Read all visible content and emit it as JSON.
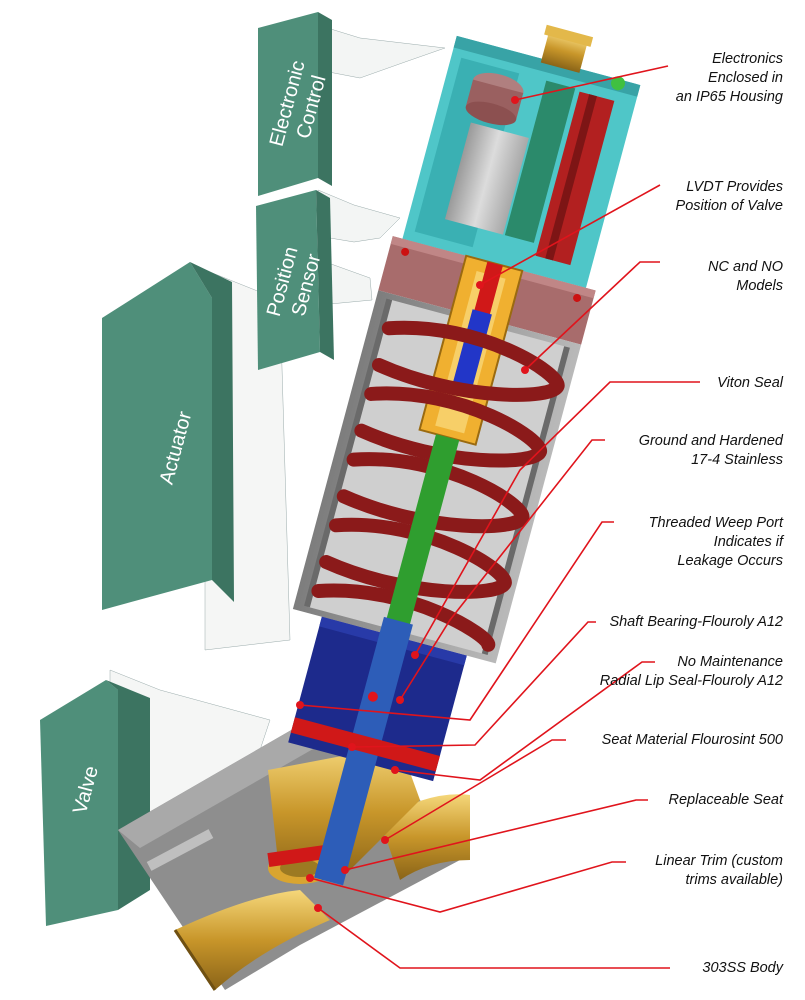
{
  "sections": [
    {
      "id": "electronic-control",
      "lines": [
        "Electronic",
        "Control"
      ]
    },
    {
      "id": "position-sensor",
      "lines": [
        "Position",
        "Sensor"
      ]
    },
    {
      "id": "actuator",
      "lines": [
        "Actuator"
      ]
    },
    {
      "id": "valve",
      "lines": [
        "Valve"
      ]
    }
  ],
  "callouts": [
    {
      "id": "electronics",
      "text": "Electronics\nEnclosed in\nan IP65 Housing"
    },
    {
      "id": "lvdt",
      "text": "LVDT Provides\nPosition of Valve"
    },
    {
      "id": "nc-no",
      "text": "NC and NO\nModels"
    },
    {
      "id": "viton",
      "text": "Viton Seal"
    },
    {
      "id": "ground",
      "text": "Ground and Hardened\n17-4 Stainless"
    },
    {
      "id": "weep",
      "text": "Threaded Weep Port\nIndicates if\nLeakage Occurs"
    },
    {
      "id": "bearing",
      "text": "Shaft Bearing-Flouroly A12"
    },
    {
      "id": "lipseal",
      "text": "No Maintenance\nRadial Lip Seal-Flouroly A12"
    },
    {
      "id": "seat-material",
      "text": "Seat Material Flourosint 500"
    },
    {
      "id": "replaceable-seat",
      "text": "Replaceable Seat"
    },
    {
      "id": "linear-trim",
      "text": "Linear Trim (custom\ntrims available)"
    },
    {
      "id": "body",
      "text": "303SS Body"
    }
  ],
  "colors": {
    "panel": "#4f8f7a",
    "panel_dark": "#3c7461",
    "leader": "#e0141c",
    "housing": "#4fc6c8",
    "spring": "#8b1a1a",
    "brass": "#d9a530",
    "body": "#c49a2c",
    "seal_blue": "#1d2a8c"
  }
}
